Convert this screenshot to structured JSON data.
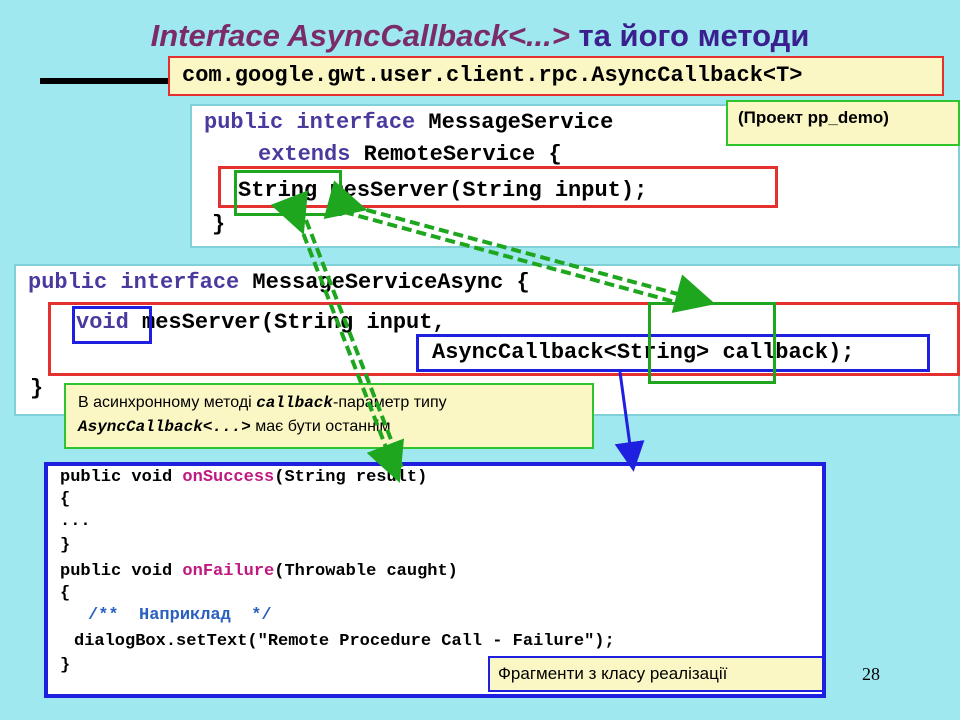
{
  "title": {
    "a": "Interface AsyncCallback<...>",
    "b": " та його методи"
  },
  "pkg": "com.google.gwt.user.client.rpc.AsyncCallback<T>",
  "project": "(Проект pp_demo)",
  "i1": {
    "kw": "public interface",
    "n": " MessageService",
    "ext": "extends",
    "rs": " RemoteService {",
    "m": "String mesServer(String input);",
    "end": "}"
  },
  "i2": {
    "kw": "public interface",
    "n": " MessageServiceAsync {",
    "v": "void",
    "m": " mesServer(String input,",
    "cb": "AsyncCallback<String> callback);",
    "end": "}"
  },
  "note": {
    "a": "В асинхронному методі ",
    "b": "callback",
    "c": "-параметр типу",
    "d": "AsyncCallback<...>",
    "e": " має бути останнім"
  },
  "impl": {
    "l1a": "public void ",
    "l1b": "onSuccess",
    "l1c": "(String result)",
    "l2": "{",
    "l3": "...",
    "l4": "}",
    "l5a": "public void ",
    "l5b": "onFailure",
    "l5c": "(Throwable caught)",
    "l6": "{",
    "l7": "/**  Наприклад  */",
    "l8": "dialogBox.setText(\"Remote Procedure Call - Failure\");",
    "l9": "}"
  },
  "frag": "Фрагменти з класу реалізації",
  "page": "28"
}
